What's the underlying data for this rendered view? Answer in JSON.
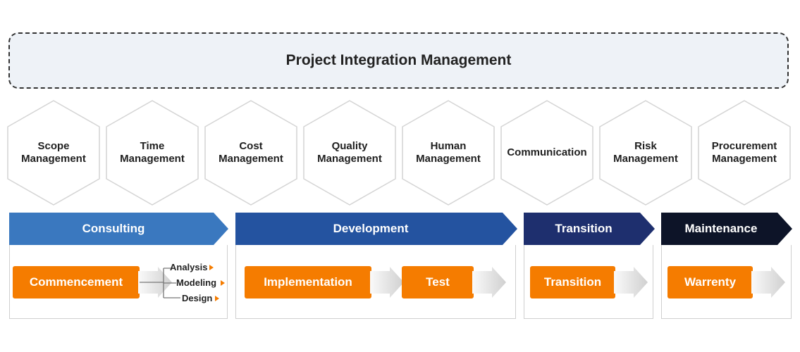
{
  "integration": {
    "title": "Project Integration Management"
  },
  "areas": [
    {
      "label": "Scope\nManagement"
    },
    {
      "label": "Time\nManagement"
    },
    {
      "label": "Cost\nManagement"
    },
    {
      "label": "Quality\nManagement"
    },
    {
      "label": "Human\nManagement"
    },
    {
      "label": "Communication"
    },
    {
      "label": "Risk\nManagement"
    },
    {
      "label": "Procurement\nManagement"
    }
  ],
  "phases": [
    {
      "label": "Consulting",
      "color": "#3a78bf"
    },
    {
      "label": "Development",
      "color": "#2453a0"
    },
    {
      "label": "Transition",
      "color": "#1e2f6e"
    },
    {
      "label": "Maintenance",
      "color": "#0d1428"
    }
  ],
  "steps": {
    "commencement": "Commencement",
    "implementation": "Implementation",
    "test": "Test",
    "transition": "Transition",
    "warrenty": "Warrenty"
  },
  "consulting_sub": [
    "Analysis",
    "Modeling",
    "Design"
  ],
  "colors": {
    "step": "#f57c00",
    "arrow": "#d9d9d9",
    "hex_border": "#d4d4d4"
  }
}
